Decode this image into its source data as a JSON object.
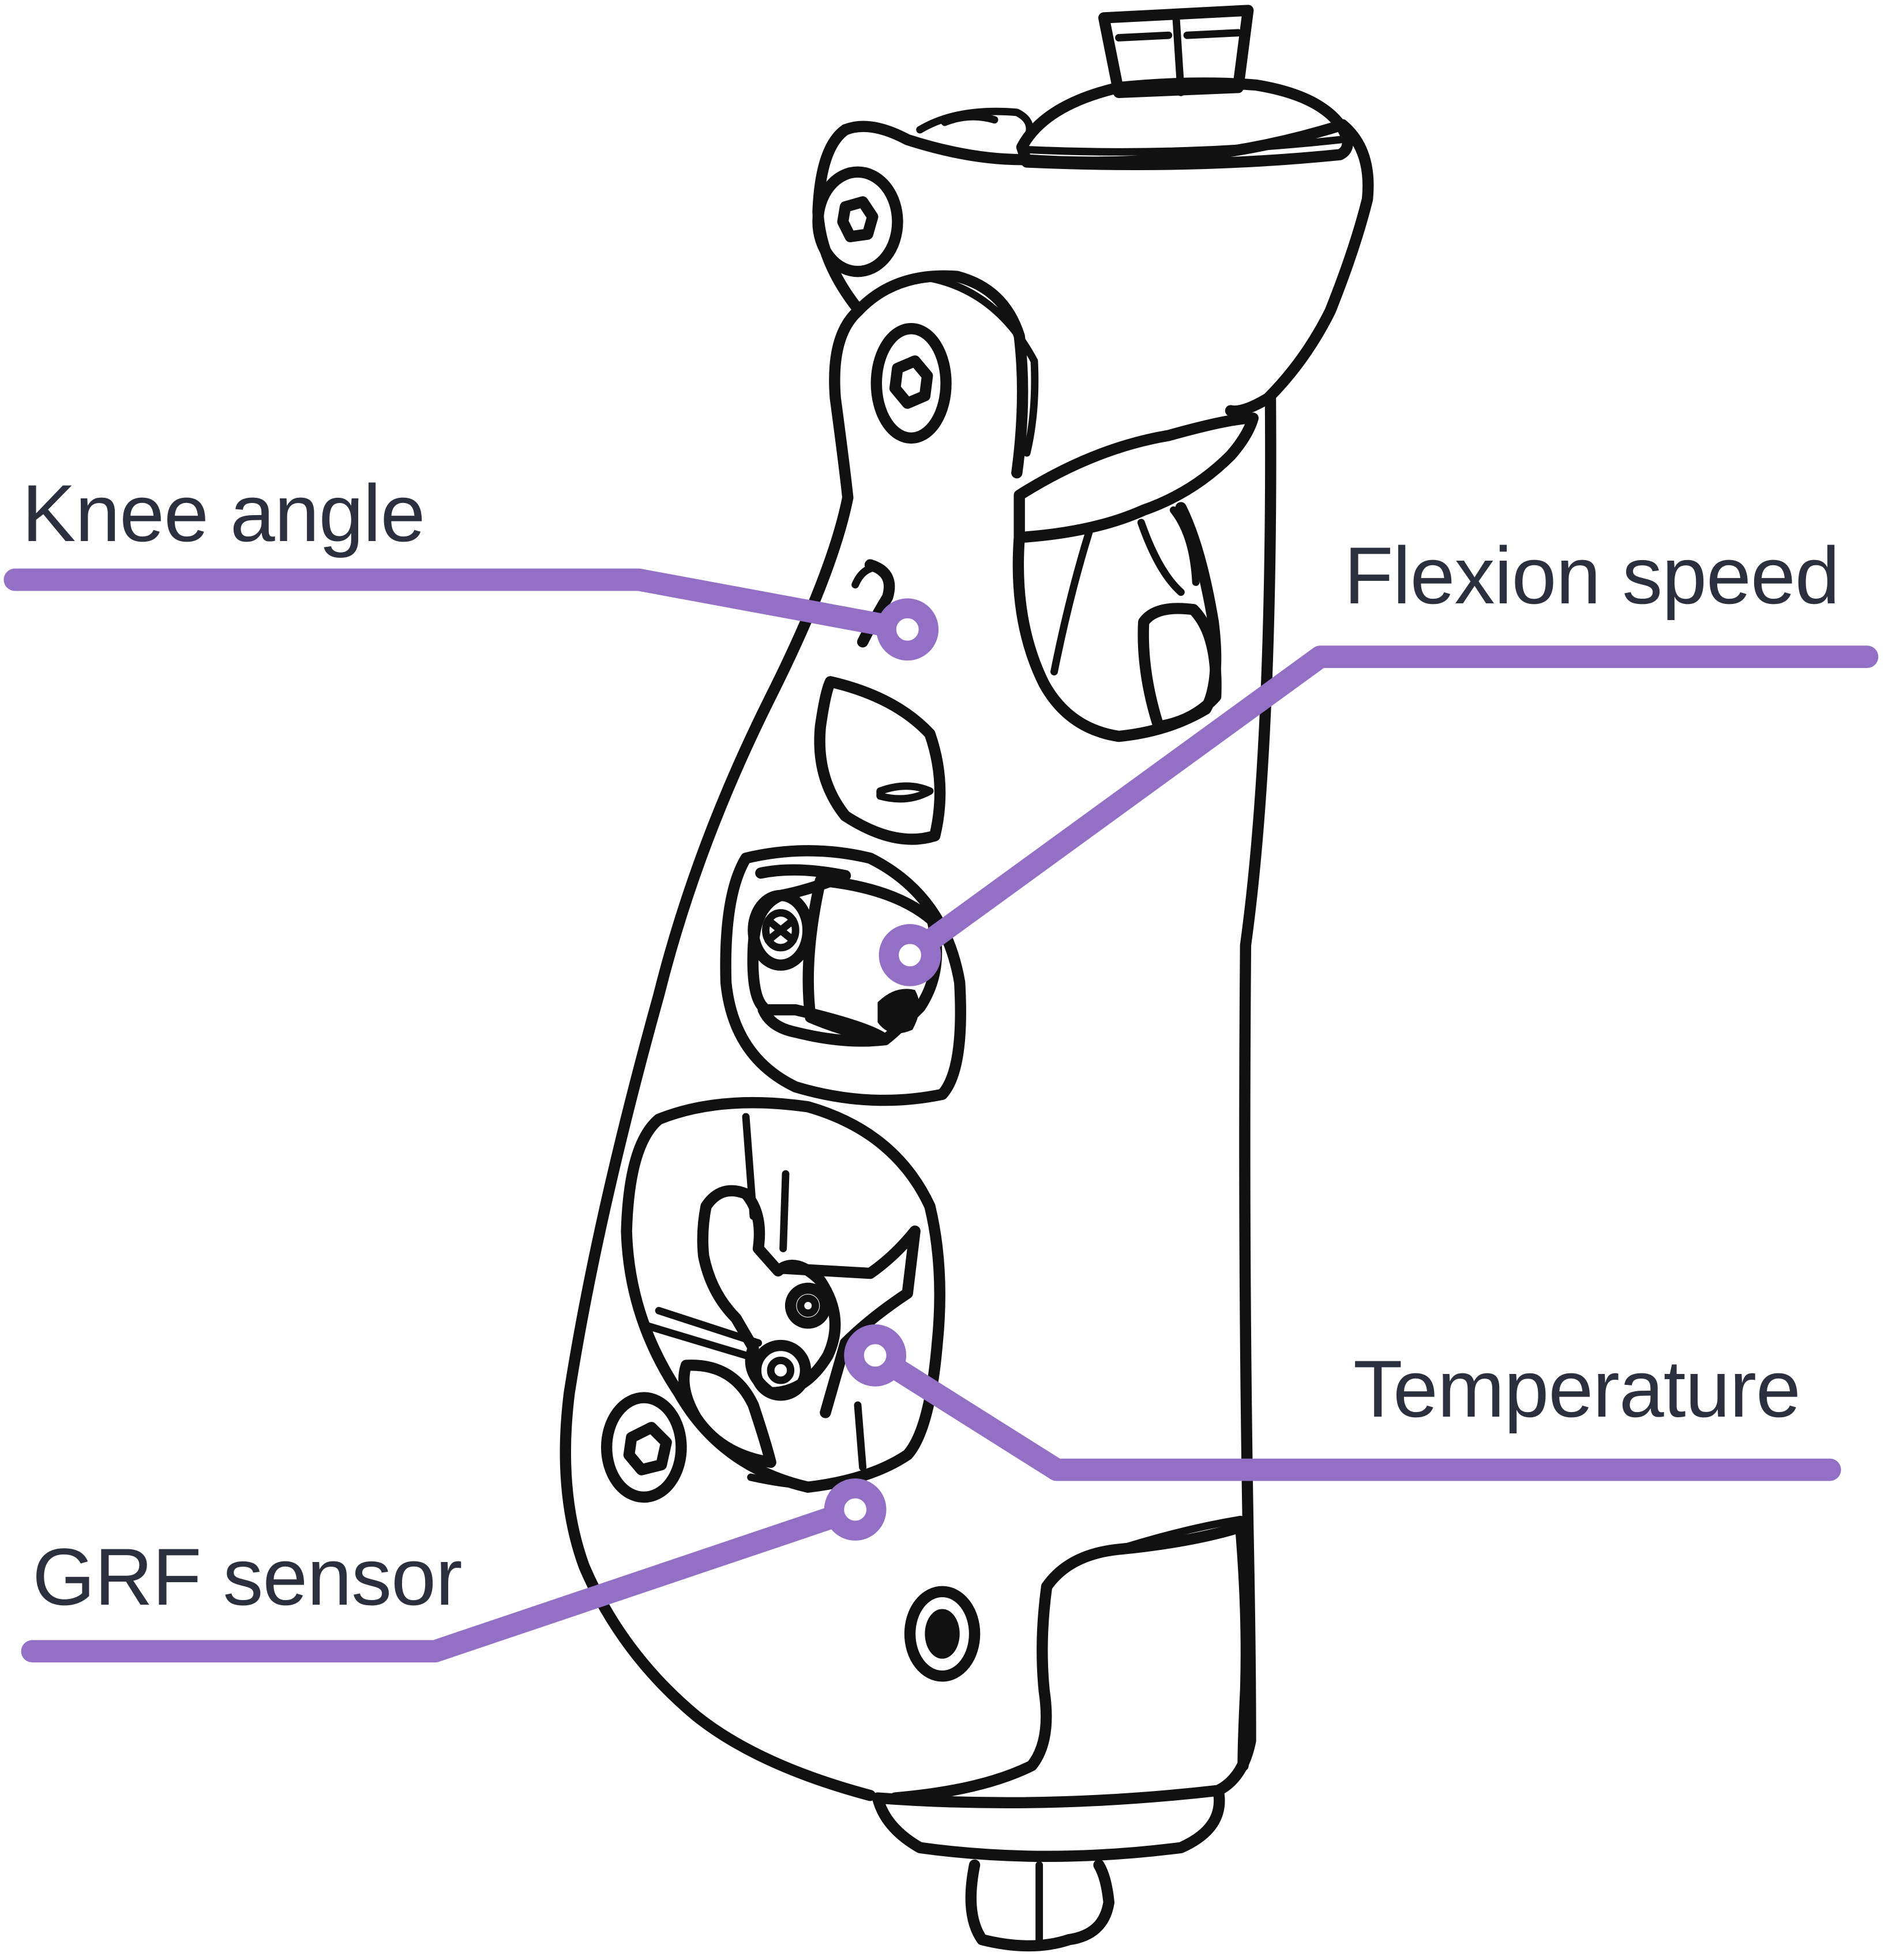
{
  "colors": {
    "accent": "#9370c6",
    "text": "#2b2f3e",
    "drawing": "#111111",
    "background": "#ffffff"
  },
  "callouts": [
    {
      "id": "knee-angle",
      "label": "Knee angle"
    },
    {
      "id": "flexion-speed",
      "label": "Flexion speed"
    },
    {
      "id": "temperature",
      "label": "Temperature"
    },
    {
      "id": "grf-sensor",
      "label": "GRF sensor"
    }
  ]
}
